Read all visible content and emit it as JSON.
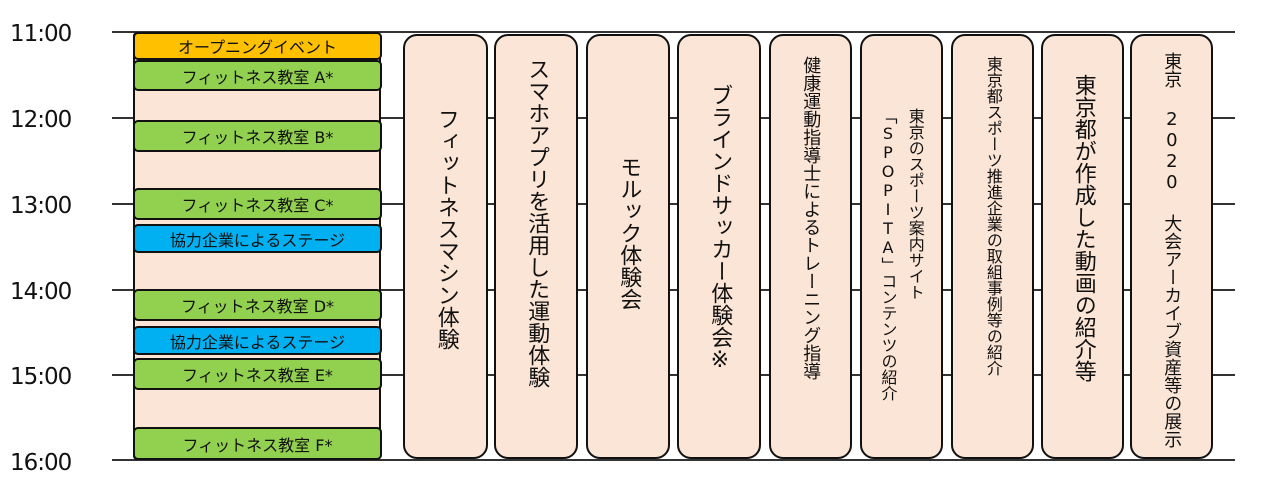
{
  "times": [
    "11:00",
    "12:00",
    "13:00",
    "14:00",
    "15:00",
    "16:00"
  ],
  "colors": {
    "opening": "#FFC000",
    "fitness": "#92D050",
    "stage": "#00B0F0",
    "booth": "#FBE5D6"
  },
  "main_stage": [
    {
      "label": "オープニングイベント",
      "type": "opening"
    },
    {
      "label": "フィットネス教室 A*",
      "type": "fitness"
    },
    {
      "label": "フィットネス教室 B*",
      "type": "fitness"
    },
    {
      "label": "フィットネス教室 C*",
      "type": "fitness"
    },
    {
      "label": "協力企業によるステージ",
      "type": "stage"
    },
    {
      "label": "フィットネス教室 D*",
      "type": "fitness"
    },
    {
      "label": "協力企業によるステージ",
      "type": "stage"
    },
    {
      "label": "フィットネス教室 E*",
      "type": "fitness"
    },
    {
      "label": "フィットネス教室 F*",
      "type": "fitness"
    }
  ],
  "booths": [
    {
      "lines": [
        "フィットネスマシン体験"
      ]
    },
    {
      "lines": [
        "スマホアプリを活用した運動体験"
      ]
    },
    {
      "lines": [
        "モルック体験会"
      ]
    },
    {
      "lines": [
        "ブラインドサッカー体験会※"
      ]
    },
    {
      "lines": [
        "健康運動指導士によるトレーニング指導"
      ]
    },
    {
      "lines": [
        "東京のスポーツ案内サイト",
        "「SPOPITA」コンテンツの紹介"
      ]
    },
    {
      "lines": [
        "東京都スポーツ推進企業の取組事例等の紹介"
      ]
    },
    {
      "lines": [
        "東京都が作成した動画の紹介等"
      ]
    },
    {
      "lines": [
        "東京 2020 大会アーカイブ資産等の展示"
      ]
    }
  ]
}
